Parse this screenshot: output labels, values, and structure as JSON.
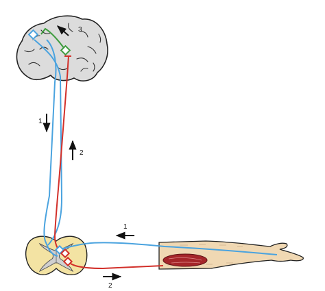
{
  "labels": {
    "brain_loop": "3",
    "descending": "1",
    "ascending": "2",
    "sensory_in": "1",
    "motor_out": "2"
  },
  "colors": {
    "blue_pathway": "#4aa3df",
    "red_pathway": "#d2302a",
    "green_pathway": "#3d9b3d",
    "spinal_cord_fill": "#f3e3a3",
    "gray_matter": "#d0d0d0",
    "arm_skin": "#f0d8b3",
    "muscle": "#a5262a",
    "brain_fill": "#dcdcdc"
  }
}
